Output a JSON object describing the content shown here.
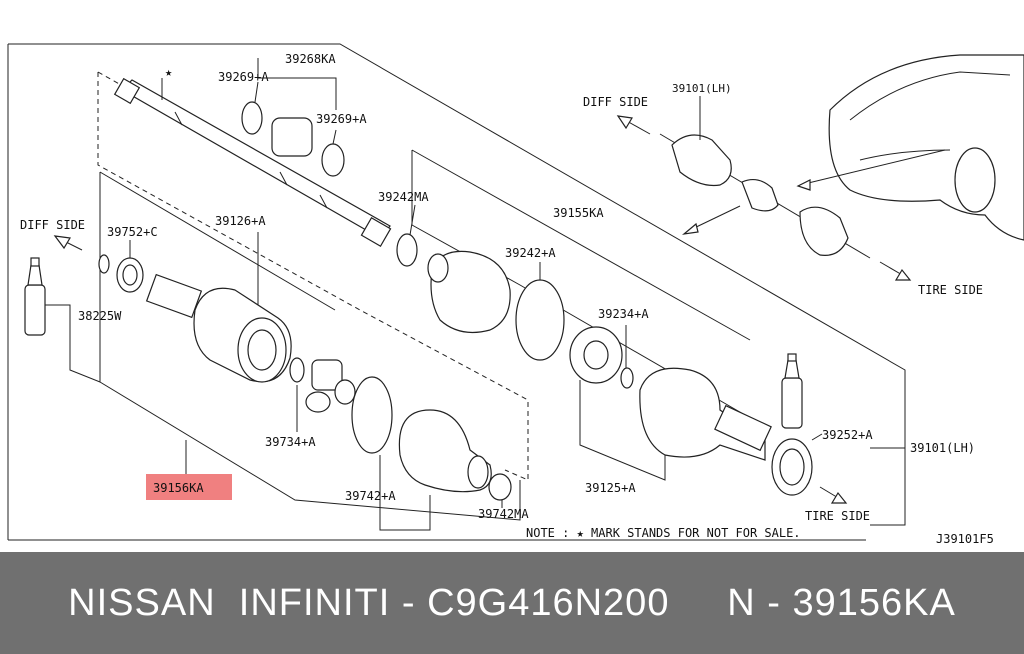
{
  "diagram": {
    "labels": {
      "p39268KA": "39268KA",
      "p39269A_top": "39269+A",
      "p39269A_mid": "39269+A",
      "p39101LH_top": "39101(LH)",
      "p39242MA": "39242MA",
      "p39155KA": "39155KA",
      "p39752C": "39752+C",
      "p39126A": "39126+A",
      "p38225W": "38225W",
      "p39242A": "39242+A",
      "p39234A": "39234+A",
      "p39734A": "39734+A",
      "p39156KA": "39156KA",
      "p39742A": "39742+A",
      "p39742MA": "39742MA",
      "p39125A": "39125+A",
      "p39252A": "39252+A",
      "p39101LH_right": "39101(LH)",
      "star": "★"
    },
    "directions": {
      "diff_side_left": "DIFF SIDE",
      "diff_side_top": "DIFF SIDE",
      "tire_side_top": "TIRE SIDE",
      "tire_side_bottom": "TIRE SIDE"
    },
    "note": "NOTE : ★ MARK STANDS FOR NOT FOR SALE.",
    "code": "J39101F5",
    "highlight_color": "#f08080"
  },
  "banner": {
    "text": "NISSAN  INFINITI - C9G416N200     N - 39156KA",
    "background": "#707070"
  }
}
